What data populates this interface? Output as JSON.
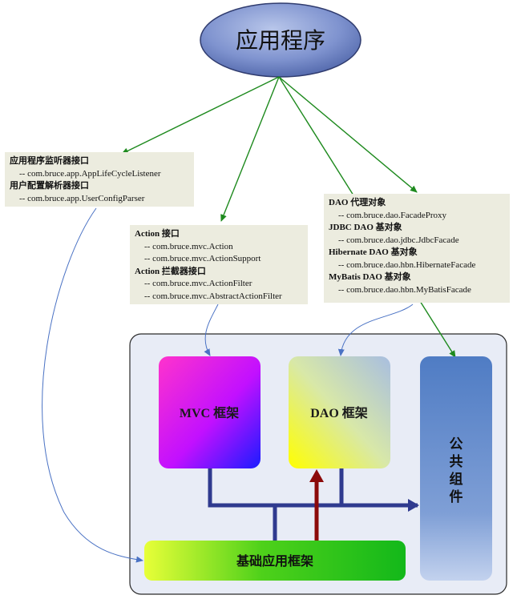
{
  "root": {
    "title": "应用程序"
  },
  "listener_note": {
    "lines": [
      {
        "text": "应用程序监听器接口",
        "kind": "header"
      },
      {
        "text": "-- com.bruce.app.AppLifeCycleListener",
        "kind": "item"
      },
      {
        "text": "用户配置解析器接口",
        "kind": "header"
      },
      {
        "text": "-- com.bruce.app.UserConfigParser",
        "kind": "item"
      }
    ]
  },
  "action_note": {
    "lines": [
      {
        "text": "Action 接口",
        "kind": "header"
      },
      {
        "text": "-- com.bruce.mvc.Action",
        "kind": "item"
      },
      {
        "text": "-- com.bruce.mvc.ActionSupport",
        "kind": "item"
      },
      {
        "text": "Action 拦截器接口",
        "kind": "header"
      },
      {
        "text": "-- com.bruce.mvc.ActionFilter",
        "kind": "item"
      },
      {
        "text": "-- com.bruce.mvc.AbstractActionFilter",
        "kind": "item"
      }
    ]
  },
  "dao_note": {
    "lines": [
      {
        "text": "DAO 代理对象",
        "kind": "header"
      },
      {
        "text": "-- com.bruce.dao.FacadeProxy",
        "kind": "item"
      },
      {
        "text": "JDBC DAO 基对象",
        "kind": "header"
      },
      {
        "text": "-- com.bruce.dao.jdbc.JdbcFacade",
        "kind": "item"
      },
      {
        "text": "Hibernate DAO 基对象",
        "kind": "header"
      },
      {
        "text": "-- com.bruce.dao.hbn.HibernateFacade",
        "kind": "item"
      },
      {
        "text": "MyBatis DAO 基对象",
        "kind": "header"
      },
      {
        "text": "-- com.bruce.dao.hbn.MyBatisFacade",
        "kind": "item"
      }
    ]
  },
  "blocks": {
    "mvc": "MVC 框架",
    "dao": "DAO 框架",
    "common": [
      "公",
      "共",
      "组",
      "件"
    ],
    "base": "基础应用框架"
  },
  "colors": {
    "ellipse_fill": "#5a6fb0",
    "note_fill": "#ececdf",
    "green_arrow": "#1e8a1e",
    "blue_connector": "#2f3a8f",
    "red_arrow": "#8b0a0a",
    "curve_blue": "#4a72c4",
    "container_fill": "#e8ecf6"
  }
}
